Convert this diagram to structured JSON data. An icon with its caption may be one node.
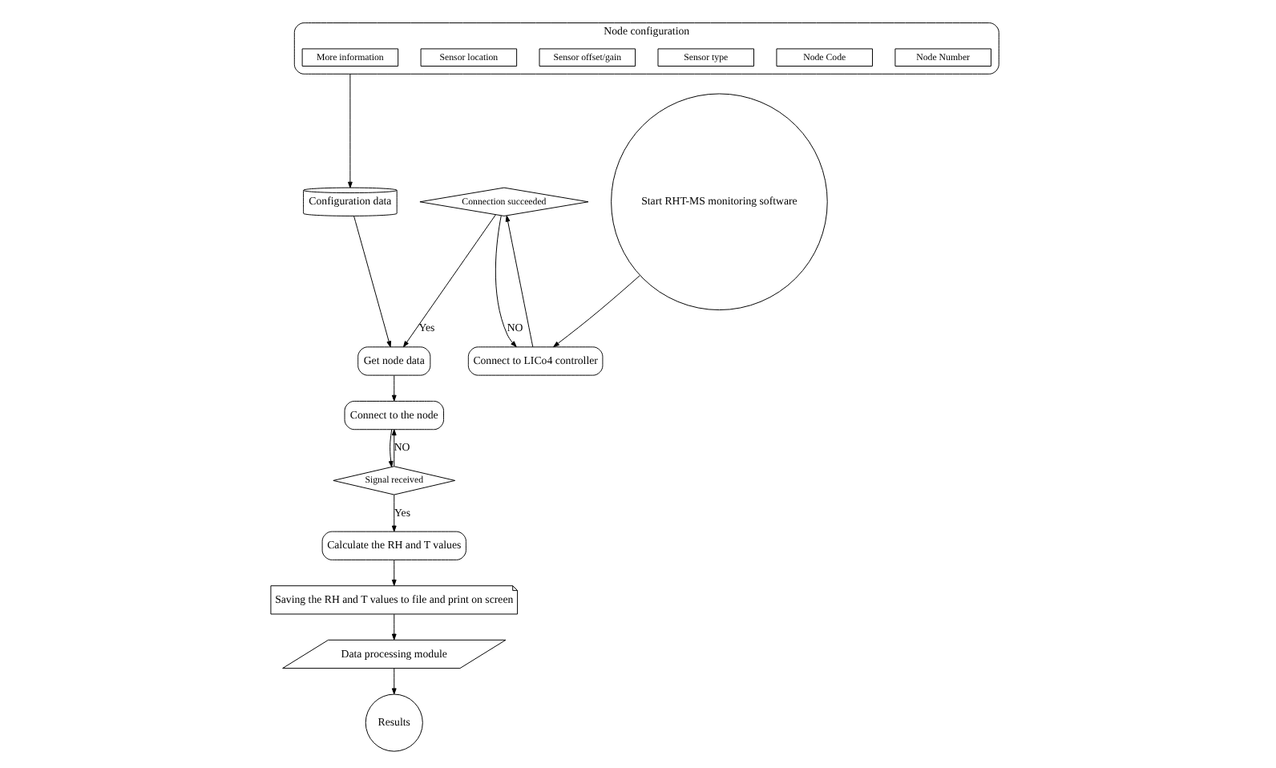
{
  "diagram": {
    "nodes": [
      {
        "text": [
          "Node configuration"
        ]
      },
      {
        "text": [
          "Node Number"
        ],
        "in": 0
      },
      {
        "text": [
          "Node Code"
        ],
        "in": 0
      },
      {
        "text": [
          "Sensor type"
        ],
        "in": 0
      },
      {
        "text": [
          "Sensor offset/gain"
        ],
        "in": 0
      },
      {
        "text": [
          "Sensor location"
        ],
        "in": 0
      },
      {
        "text": [
          "More information"
        ],
        "in": 0
      },
      {
        "text": [
          "Configuration data"
        ]
      },
      {
        "text": [
          "Start RHT-MS monitoring software"
        ]
      },
      {
        "text": [
          "Connect to LICo4 controller"
        ]
      },
      {
        "text": [
          "Connection succeeded"
        ]
      },
      {
        "text": [
          "Get node data"
        ]
      },
      {
        "text": [
          "Connect to the node"
        ]
      },
      {
        "text": [
          "Signal received"
        ]
      },
      {
        "text": [
          "Calculate the RH and T values"
        ]
      },
      {
        "text": [
          "Saving the RH and T values to file and print on screen"
        ]
      },
      {
        "text": [
          "Data processing module"
        ]
      },
      {
        "text": [
          "Results"
        ]
      }
    ],
    "edges": [
      {
        "from": 0,
        "to": 7,
        "arrow": "to"
      },
      {
        "from": 8,
        "to": 9,
        "arrow": "to"
      },
      {
        "from": 9,
        "to": 10,
        "arrow": "to"
      },
      {
        "from": 10,
        "to": 9,
        "arrow": "to",
        "label": "NO"
      },
      {
        "from": 10,
        "to": 11,
        "arrow": "to",
        "label": "Yes"
      },
      {
        "from": 7,
        "to": 11,
        "arrow": "to"
      },
      {
        "from": 11,
        "to": 12,
        "arrow": "to"
      },
      {
        "from": 12,
        "to": 13,
        "arrow": "to"
      },
      {
        "from": 13,
        "to": 14,
        "arrow": "to",
        "label": "Yes"
      },
      {
        "from": 13,
        "to": 12,
        "arrow": "to",
        "label": "NO"
      },
      {
        "from": 14,
        "to": 15,
        "arrow": "to"
      },
      {
        "from": 15,
        "to": 16,
        "arrow": "to"
      },
      {
        "from": 16,
        "to": 17,
        "arrow": "to"
      }
    ]
  }
}
